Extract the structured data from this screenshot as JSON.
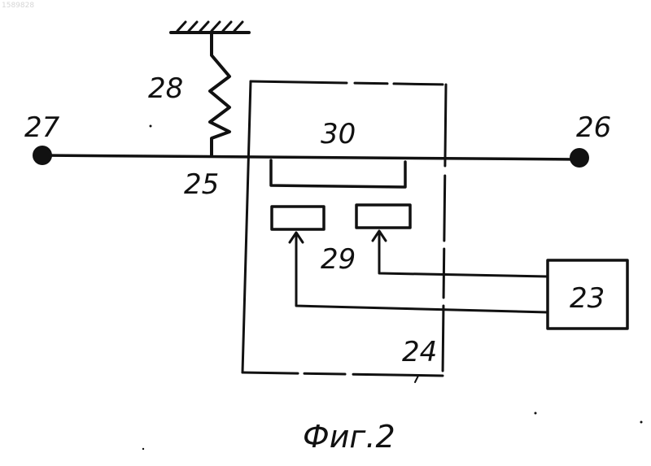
{
  "corner_id": "1589828",
  "labels": {
    "terminal_left": "27",
    "terminal_right": "26",
    "node": "25",
    "spring": "28",
    "contact_bar": "30",
    "contact_pads": "29",
    "housing": "24",
    "controller": "23"
  },
  "caption": "Фиг.2"
}
